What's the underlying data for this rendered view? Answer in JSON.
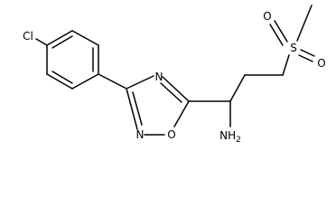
{
  "molecule": {
    "atoms": {
      "chlorine": "Cl",
      "nitrogen_top": "N",
      "nitrogen_bottom": "N",
      "oxygen_ring": "O",
      "amine": "NH2",
      "amine_main": "NH",
      "amine_subscript": "2",
      "sulfur": "S",
      "oxygen_sulfonyl_top": "O",
      "oxygen_sulfonyl_bottom": "O"
    }
  }
}
